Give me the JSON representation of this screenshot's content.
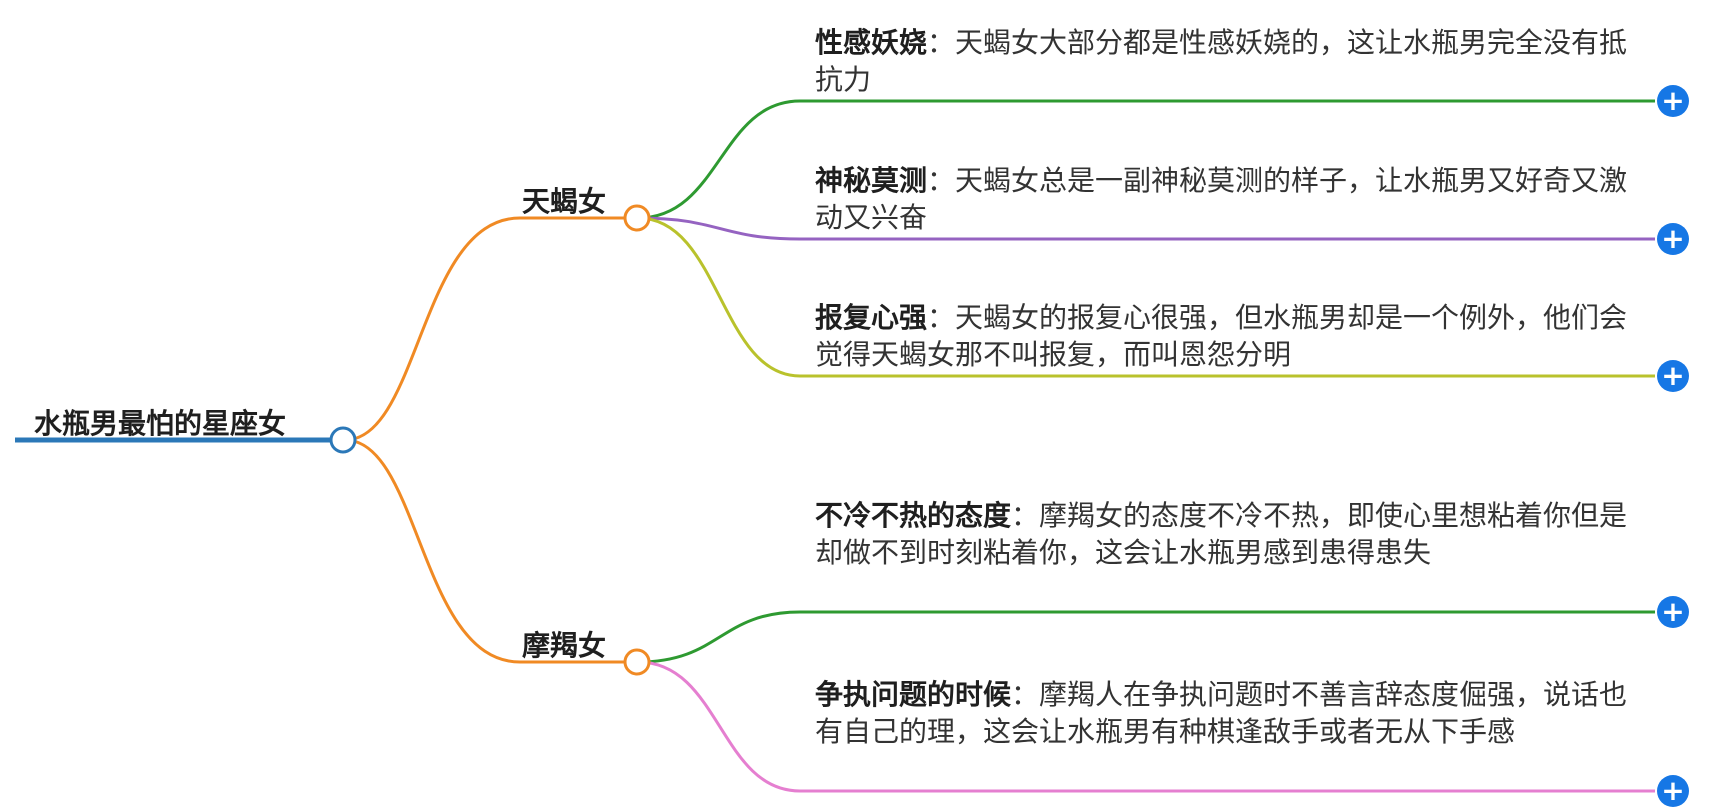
{
  "root": {
    "label": "水瓶男最怕的星座女",
    "color": "#2b78b8"
  },
  "branches": [
    {
      "label": "天蝎女",
      "color": "#f08a24",
      "leaves": [
        {
          "keyword": "性感妖娆",
          "separator": "：",
          "text": "天蝎女大部分都是性感妖娆的，这让水瓶男完全没有抵抗力",
          "color": "#2e9a31"
        },
        {
          "keyword": "神秘莫测",
          "separator": "：",
          "text": "天蝎女总是一副神秘莫测的样子，让水瓶男又好奇又激动又兴奋",
          "color": "#9563c1"
        },
        {
          "keyword": "报复心强",
          "separator": "：",
          "text": "天蝎女的报复心很强，但水瓶男却是一个例外，他们会觉得天蝎女那不叫报复，而叫恩怨分明",
          "color": "#b9c22c"
        }
      ]
    },
    {
      "label": "摩羯女",
      "color": "#f08a24",
      "leaves": [
        {
          "keyword": "不冷不热的态度",
          "separator": "：",
          "text": "摩羯女的态度不冷不热，即使心里想粘着你但是却做不到时刻粘着你，这会让水瓶男感到患得患失",
          "color": "#2e9a31"
        },
        {
          "keyword": "争执问题的时候",
          "separator": "：",
          "text": "摩羯人在争执问题时不善言辞态度倔强，说话也有自己的理，这会让水瓶男有种棋逢敌手或者无从下手感",
          "color": "#e57fd0"
        }
      ]
    }
  ],
  "icons": {
    "expand": "+",
    "expand_color": "#1677e5"
  }
}
